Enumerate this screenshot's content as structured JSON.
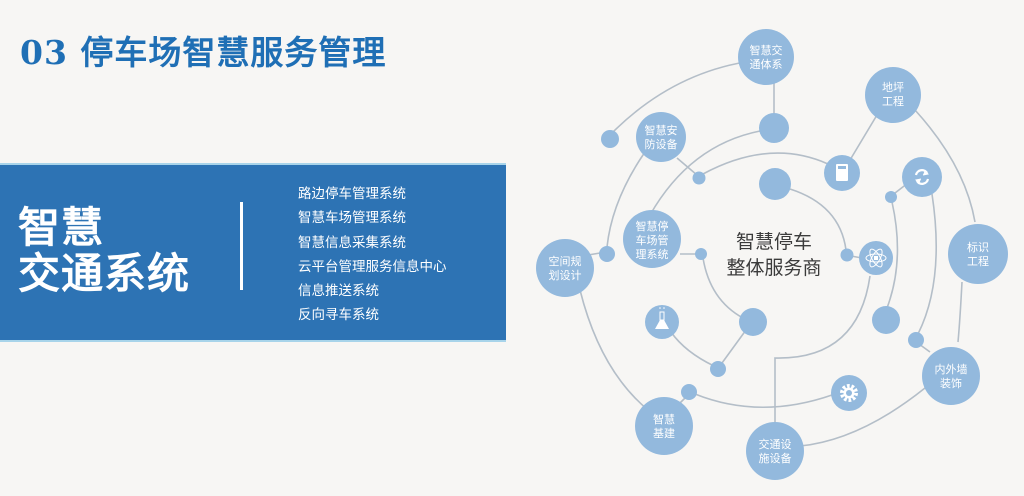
{
  "page": {
    "title": "03 停车场智慧服务管理"
  },
  "panel": {
    "heading_line1": "智慧",
    "heading_line2": "交通系统",
    "items": [
      "路边停车管理系统",
      "智慧车场管理系统",
      "智慧信息采集系统",
      "云平台管理服务信息中心",
      "信息推送系统",
      "反向寻车系统"
    ]
  },
  "diagram": {
    "center": {
      "line1": "智慧停车",
      "line2": "整体服务商"
    },
    "nodes": {
      "traffic_system": {
        "line1": "智慧交",
        "line2": "通体系"
      },
      "floor_engineering": {
        "line1": "地坪",
        "line2": "工程"
      },
      "security_equipment": {
        "line1": "智慧安",
        "line2": "防设备"
      },
      "parking_mgmt_system": {
        "line1": "智慧停",
        "line2": "车场管",
        "line3": "理系统"
      },
      "space_planning": {
        "line1": "空间规",
        "line2": "划设计"
      },
      "signage_engineering": {
        "line1": "标识",
        "line2": "工程"
      },
      "wall_decoration": {
        "line1": "内外墙",
        "line2": "装饰"
      },
      "smart_infrastructure": {
        "line1": "智慧",
        "line2": "基建"
      },
      "traffic_facilities": {
        "line1": "交通设",
        "line2": "施设备"
      }
    },
    "icons": {
      "device": "device-icon",
      "refresh": "refresh-icon",
      "atom": "atom-icon",
      "flask": "flask-icon",
      "gear": "gear-icon"
    },
    "colors": {
      "node_fill": "#93b9dd",
      "line": "#b4bec8",
      "title_blue": "#1f6fb5",
      "panel_blue": "#2d73b4"
    }
  }
}
